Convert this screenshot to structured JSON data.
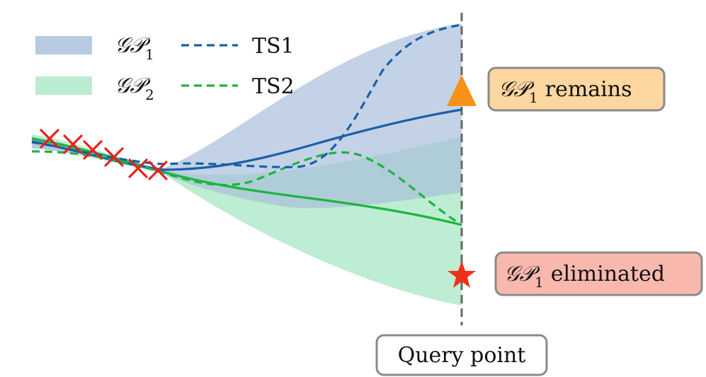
{
  "legend": {
    "gp1": {
      "main": "𝒢𝒫",
      "sub": "1"
    },
    "gp2": {
      "main": "𝒢𝒫",
      "sub": "2"
    },
    "ts1": "TS1",
    "ts2": "TS2"
  },
  "annotations": {
    "remains": {
      "main": "𝒢𝒫",
      "sub": "1",
      "text": "remains"
    },
    "eliminated": {
      "main": "𝒢𝒫",
      "sub": "1",
      "text": "eliminated"
    },
    "query": "Query point"
  },
  "colors": {
    "gp1_band": "#b8cae0",
    "gp2_band": "#b9ecd0",
    "gp1_line": "#1a5fa8",
    "gp2_line": "#1cb53c",
    "ts1_line": "#1a5fa8",
    "ts2_line": "#1cb53c",
    "observation": "#e8201c",
    "remains_box": "#fdd6a0",
    "eliminated_box": "#f9b8ae",
    "triangle": "#f7911a",
    "star": "#f0301a"
  }
}
